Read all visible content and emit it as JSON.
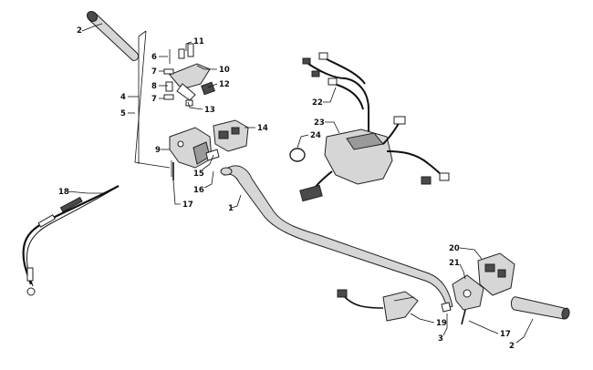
{
  "diagram": {
    "colors": {
      "line": "#111111",
      "part_fill": "#d6d6d6",
      "part_dark": "#4a4a4a",
      "background": "#ffffff"
    },
    "callouts": [
      {
        "id": "c2a",
        "label": "2"
      },
      {
        "id": "c11",
        "label": "11"
      },
      {
        "id": "c6",
        "label": "6"
      },
      {
        "id": "c7a",
        "label": "7"
      },
      {
        "id": "c10",
        "label": "10"
      },
      {
        "id": "c8",
        "label": "8"
      },
      {
        "id": "c12",
        "label": "12"
      },
      {
        "id": "c7b",
        "label": "7"
      },
      {
        "id": "c4",
        "label": "4"
      },
      {
        "id": "c13",
        "label": "13"
      },
      {
        "id": "c5",
        "label": "5"
      },
      {
        "id": "c14",
        "label": "14"
      },
      {
        "id": "c9",
        "label": "9"
      },
      {
        "id": "c15",
        "label": "15"
      },
      {
        "id": "c16",
        "label": "16"
      },
      {
        "id": "c17a",
        "label": "17"
      },
      {
        "id": "c1",
        "label": "1"
      },
      {
        "id": "c18",
        "label": "18"
      },
      {
        "id": "c22",
        "label": "22"
      },
      {
        "id": "c23",
        "label": "23"
      },
      {
        "id": "c24",
        "label": "24"
      },
      {
        "id": "c20",
        "label": "20"
      },
      {
        "id": "c21",
        "label": "21"
      },
      {
        "id": "c19",
        "label": "19"
      },
      {
        "id": "c17b",
        "label": "17"
      },
      {
        "id": "c3",
        "label": "3"
      },
      {
        "id": "c2b",
        "label": "2"
      }
    ]
  }
}
